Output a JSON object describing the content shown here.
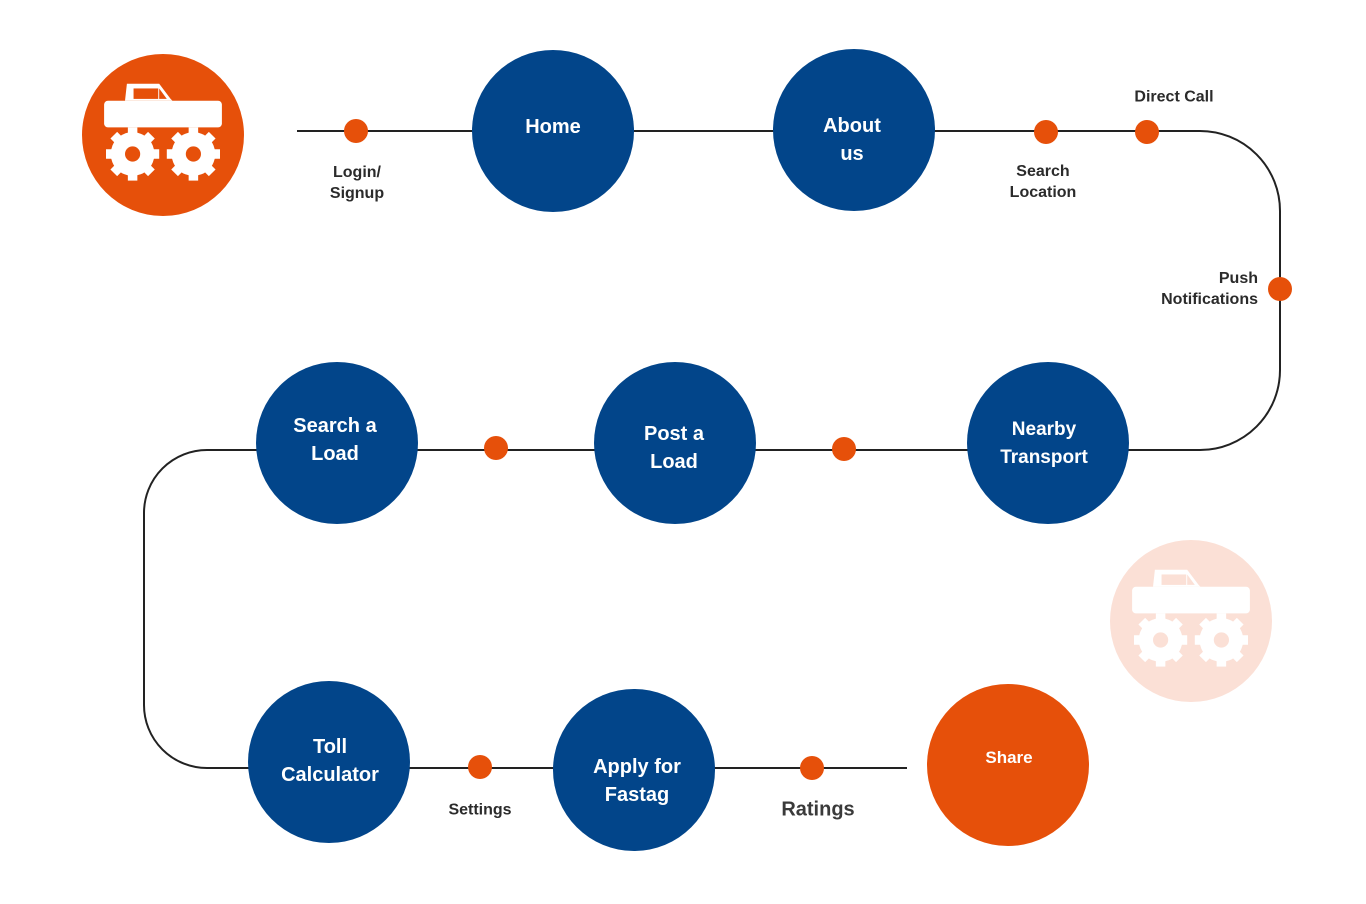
{
  "nodes": {
    "home": "Home",
    "about": "About\nus",
    "nearby": "Nearby\nTransport",
    "post_load": "Post a\nLoad",
    "search_load": "Search a\nLoad",
    "toll": "Toll\nCalculator",
    "fastag": "Apply for\nFastag",
    "share": "Share"
  },
  "steps": {
    "login": "Login/\nSignup",
    "search_location": "Search\nLocation",
    "direct_call": "Direct Call",
    "push_notifications": "Push Notifications",
    "settings": "Settings",
    "ratings": "Ratings"
  },
  "icons": {
    "start": "monster-truck-icon",
    "end": "monster-truck-icon-faded"
  },
  "colors": {
    "node": "#02458a",
    "accent": "#e6500a",
    "faded": "#fbe0d6",
    "line": "#222222"
  }
}
